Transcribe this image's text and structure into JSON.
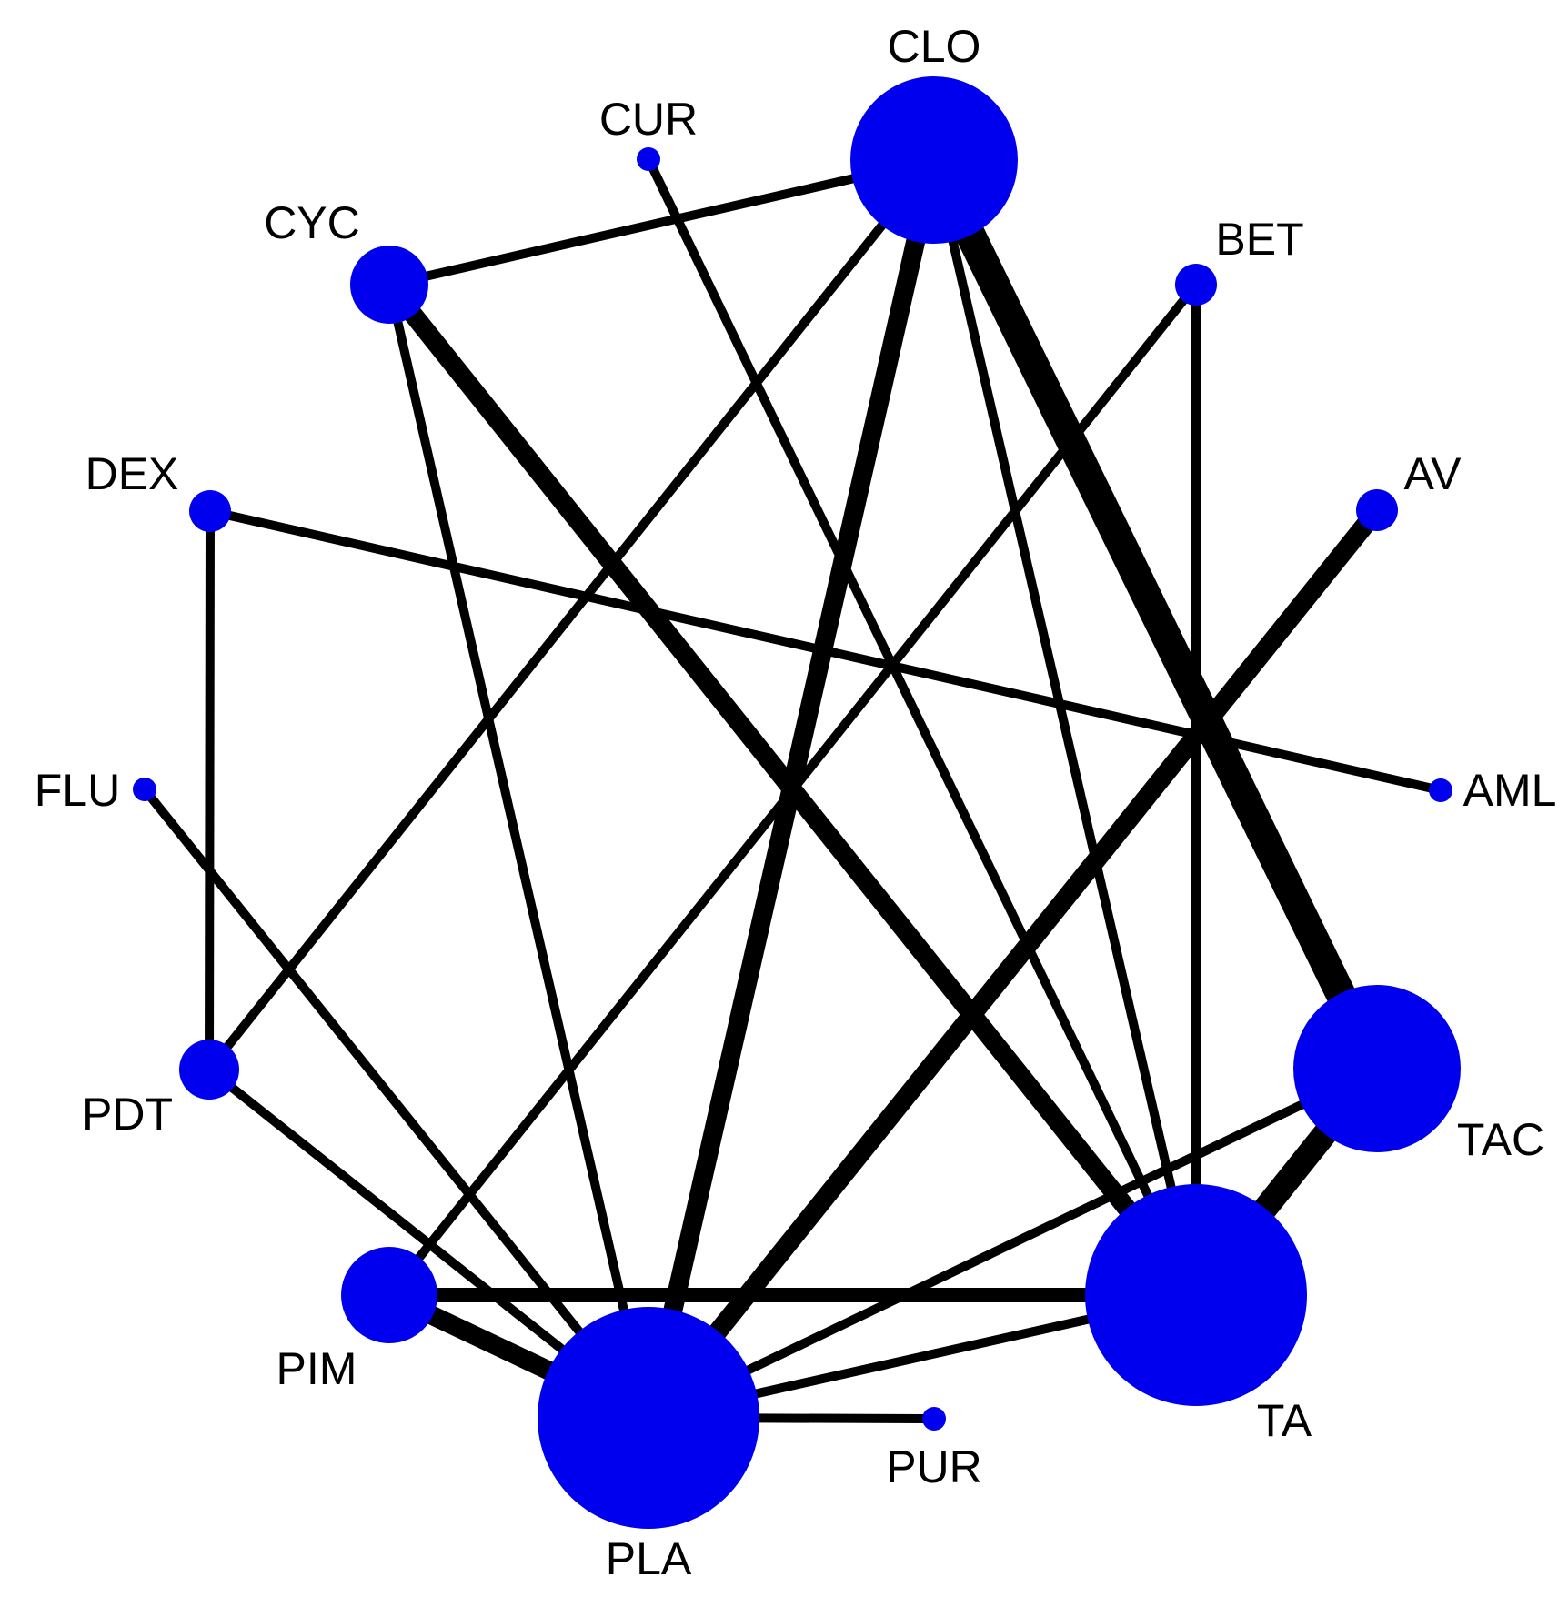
{
  "colors": {
    "node": "#0000ee",
    "edge": "#000000",
    "label": "#000000",
    "background": "#ffffff"
  },
  "nodes": [
    {
      "id": "CLO",
      "label": "CLO"
    },
    {
      "id": "CUR",
      "label": "CUR"
    },
    {
      "id": "CYC",
      "label": "CYC"
    },
    {
      "id": "BET",
      "label": "BET"
    },
    {
      "id": "DEX",
      "label": "DEX"
    },
    {
      "id": "AV",
      "label": "AV"
    },
    {
      "id": "FLU",
      "label": "FLU"
    },
    {
      "id": "AML",
      "label": "AML"
    },
    {
      "id": "PDT",
      "label": "PDT"
    },
    {
      "id": "TAC",
      "label": "TAC"
    },
    {
      "id": "PIM",
      "label": "PIM"
    },
    {
      "id": "TA",
      "label": "TA"
    },
    {
      "id": "PLA",
      "label": "PLA"
    },
    {
      "id": "PUR",
      "label": "PUR"
    }
  ],
  "edges": [
    {
      "from": "CYC",
      "to": "CLO",
      "weight": 1
    },
    {
      "from": "CYC",
      "to": "PLA",
      "weight": 1
    },
    {
      "from": "CYC",
      "to": "TA",
      "weight": 3
    },
    {
      "from": "CUR",
      "to": "TA",
      "weight": 1
    },
    {
      "from": "CLO",
      "to": "PDT",
      "weight": 1
    },
    {
      "from": "CLO",
      "to": "PLA",
      "weight": 3
    },
    {
      "from": "CLO",
      "to": "TA",
      "weight": 1
    },
    {
      "from": "CLO",
      "to": "TAC",
      "weight": 5
    },
    {
      "from": "BET",
      "to": "PIM",
      "weight": 1
    },
    {
      "from": "BET",
      "to": "TA",
      "weight": 1
    },
    {
      "from": "DEX",
      "to": "AML",
      "weight": 1
    },
    {
      "from": "DEX",
      "to": "PDT",
      "weight": 1
    },
    {
      "from": "AV",
      "to": "PLA",
      "weight": 3
    },
    {
      "from": "FLU",
      "to": "PLA",
      "weight": 1
    },
    {
      "from": "PDT",
      "to": "PLA",
      "weight": 1
    },
    {
      "from": "PIM",
      "to": "PLA",
      "weight": 3
    },
    {
      "from": "PIM",
      "to": "TA",
      "weight": 2
    },
    {
      "from": "TAC",
      "to": "PLA",
      "weight": 1
    },
    {
      "from": "TAC",
      "to": "TA",
      "weight": 4
    },
    {
      "from": "TA",
      "to": "PLA",
      "weight": 1
    },
    {
      "from": "PLA",
      "to": "PUR",
      "weight": 1
    }
  ]
}
